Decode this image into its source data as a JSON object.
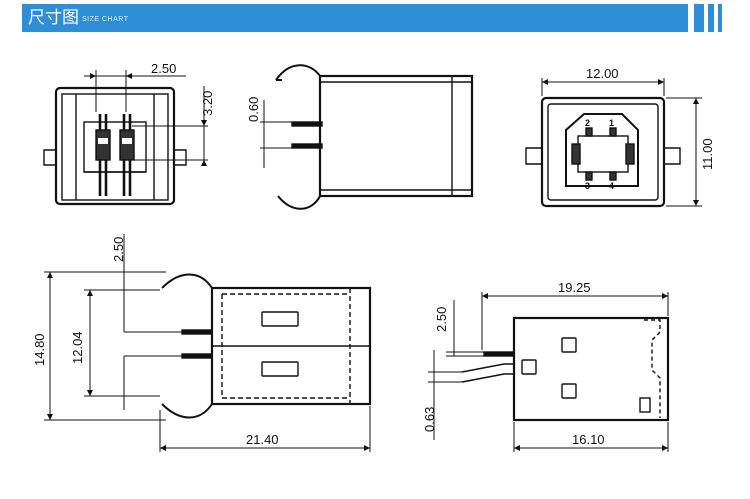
{
  "header": {
    "title": "尺寸图",
    "subtitle": "SIZE CHART",
    "accent_color": "#2e8fd6"
  },
  "drawings": {
    "front_view": {
      "width_dim": "2.50",
      "height_dim": "3.20"
    },
    "side_view": {
      "pin_dim": "0.60"
    },
    "port_view": {
      "width_dim": "12.00",
      "height_dim": "11.00",
      "pin_labels": [
        "2",
        "1",
        "3",
        "4"
      ]
    },
    "top_view": {
      "height_dim": "14.80",
      "inner_height_dim": "12.04",
      "pin_pitch_dim": "2.50",
      "length_dim": "21.40"
    },
    "side_detail_view": {
      "length_dim": "19.25",
      "pin_pitch_dim": "2.50",
      "pin_thickness_dim": "0.63",
      "body_length_dim": "16.10"
    }
  }
}
